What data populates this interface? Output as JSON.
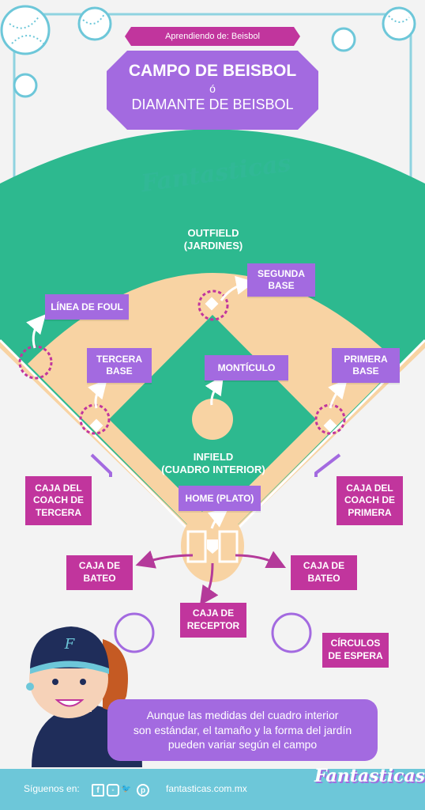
{
  "header": {
    "tag": "Aprendiendo de: Beisbol",
    "title_line1": "CAMPO DE BEISBOL",
    "title_or": "ó",
    "title_line2": "DIAMANTE DE BEISBOL"
  },
  "watermark": "Fantasticas",
  "field": {
    "outfield": [
      "OUTFIELD",
      "(JARDINES)"
    ],
    "infield": [
      "INFIELD",
      "(CUADRO INTERIOR)"
    ]
  },
  "labels": {
    "segunda_base": [
      "SEGUNDA",
      "BASE"
    ],
    "linea_de_foul": "LÍNEA DE FOUL",
    "tercera_base": [
      "TERCERA",
      "BASE"
    ],
    "monticulo": "MONTÍCULO",
    "primera_base": [
      "PRIMERA",
      "BASE"
    ],
    "home": "HOME (PLATO)",
    "caja_coach_tercera": [
      "CAJA DEL",
      "COACH DE",
      "TERCERA"
    ],
    "caja_coach_primera": [
      "CAJA DEL",
      "COACH DE",
      "PRIMERA"
    ],
    "caja_bateo_izq": [
      "CAJA DE",
      "BATEO"
    ],
    "caja_bateo_der": [
      "CAJA DE",
      "BATEO"
    ],
    "caja_receptor": [
      "CAJA DE",
      "RECEPTOR"
    ],
    "circulos_espera": [
      "CÍRCULOS",
      "DE ESPERA"
    ]
  },
  "speech": [
    "Aunque las medidas del cuadro interior",
    "son estándar, el tamaño y la forma del jardín",
    "pueden variar según el campo"
  ],
  "footer": {
    "follow": "Síguenos en:",
    "website": "fantasticas.com.mx",
    "logo": "Fantasticas",
    "social_icons": [
      "facebook-icon",
      "instagram-icon",
      "twitter-icon",
      "pinterest-icon"
    ]
  },
  "colors": {
    "grass": "#2db98f",
    "dirt": "#f8d3a3",
    "purple": "#a36ae0",
    "magenta": "#c1359d",
    "teal": "#6dc7d9"
  }
}
